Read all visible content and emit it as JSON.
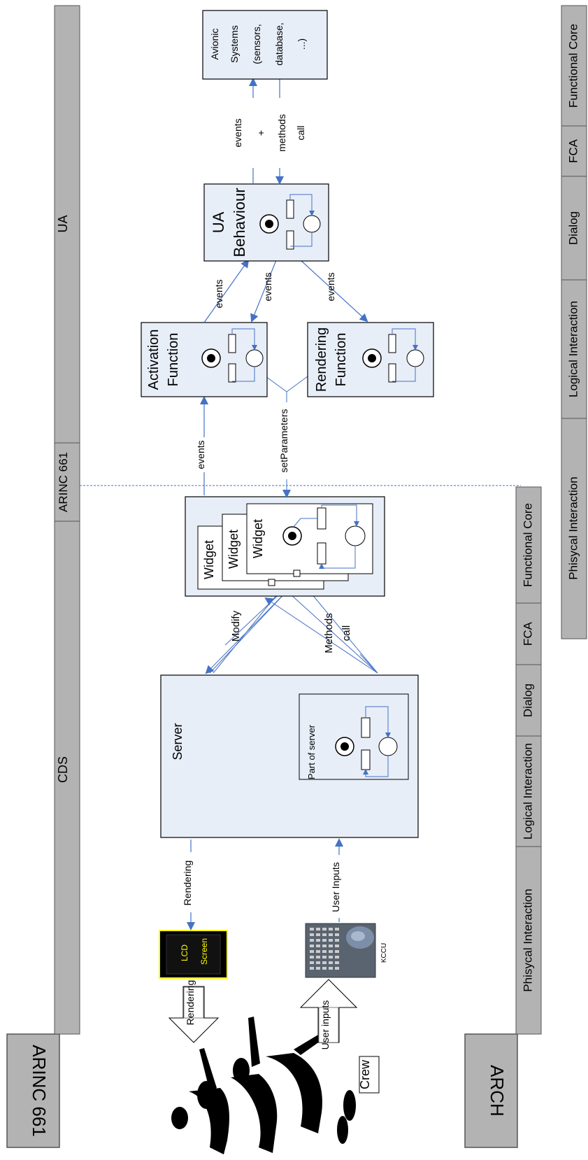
{
  "left_column": {
    "arinc_block": "ARINC 661",
    "arch_block": "ARCH",
    "crew_label": "Crew",
    "rendering_arrow_label": "Rendering",
    "user_inputs_arrow_label": "User inputs",
    "lcd_label_1": "LCD",
    "lcd_label_2": "Screen",
    "kccu_label": "KCCU"
  },
  "top_bar": {
    "cds_label": "CDS",
    "arinc_label": "ARINC 661",
    "ua_label": "UA"
  },
  "arch_bars": {
    "bottom_segments": [
      "Phisycal Interaction",
      "Logical Interaction",
      "Dialog",
      "FCA",
      "Functional Core"
    ],
    "right_segments": [
      "Phisycal Interaction",
      "Logical Interaction",
      "Dialog",
      "FCA",
      "Functional Core"
    ]
  },
  "boxes": {
    "server": "Server",
    "part_of_server": "Part of server",
    "widget": "Widget",
    "activation_function": [
      "Activation",
      "Function"
    ],
    "rendering_function": [
      "Rendering",
      "Function"
    ],
    "ua_behaviour": [
      "UA",
      "Behaviour"
    ],
    "avionic_systems": [
      "Avionic",
      "Systems",
      "(sensors,",
      "database,",
      "...)"
    ]
  },
  "arrows": {
    "rendering": "Rendering",
    "user_inputs": "User Inputs",
    "modify": "Modify",
    "methods_call": [
      "Methods",
      "call"
    ],
    "events": "events",
    "set_parameters": "setParameters",
    "events_methods_call": [
      "events",
      "+",
      "methods",
      "call"
    ]
  },
  "colors": {
    "bar_gray": "#b3b3b3",
    "box_fill": "#e8eef8",
    "arrow_blue": "#4472c4",
    "lcd_yellow": "#ffff00"
  }
}
